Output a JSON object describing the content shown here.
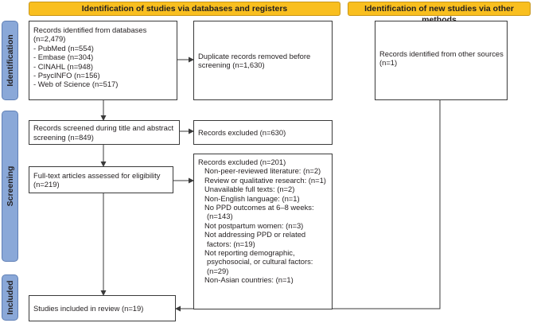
{
  "headers": {
    "databases": "Identification of studies via databases and registers",
    "other": "Identification of new studies via other methods"
  },
  "phases": {
    "identification": "Identification",
    "screening": "Screening",
    "included": "Included"
  },
  "boxes": {
    "records_db": {
      "title": "Records identified from databases",
      "count": "(n=2,479)",
      "items": [
        "- PubMed (n=554)",
        "- Embase (n=304)",
        "- CINAHL (n=948)",
        "- PsycINFO (n=156)",
        "- Web of Science (n=517)"
      ]
    },
    "duplicates": "Duplicate records removed before screening (n=1,630)",
    "other_sources": {
      "line1": "Records identified from other sources",
      "line2": "(n=1)"
    },
    "screened": "Records screened during title and abstract screening (n=849)",
    "excluded_screen": "Records excluded (n=630)",
    "fulltext": "Full-text articles assessed for eligibility (n=219)",
    "excluded_full": {
      "title": "Records excluded (n=201)",
      "items": [
        "Non-peer-reviewed literature: (n=2)",
        "Review or qualitative research: (n=1)",
        "Unavailable full texts: (n=2)",
        "Non-English language: (n=1)",
        "No PPD outcomes at 6–8 weeks: (n=143)",
        "Not postpartum women: (n=3)",
        "Not addressing PPD or related factors: (n=19)",
        "Not reporting demographic, psychosocial, or cultural factors: (n=29)",
        "Non-Asian countries: (n=1)"
      ]
    },
    "included": "Studies included in review (n=19)"
  },
  "colors": {
    "header_fill": "#f9bf1f",
    "phase_fill": "#8aa8d8",
    "line": "#3a3a3a"
  }
}
